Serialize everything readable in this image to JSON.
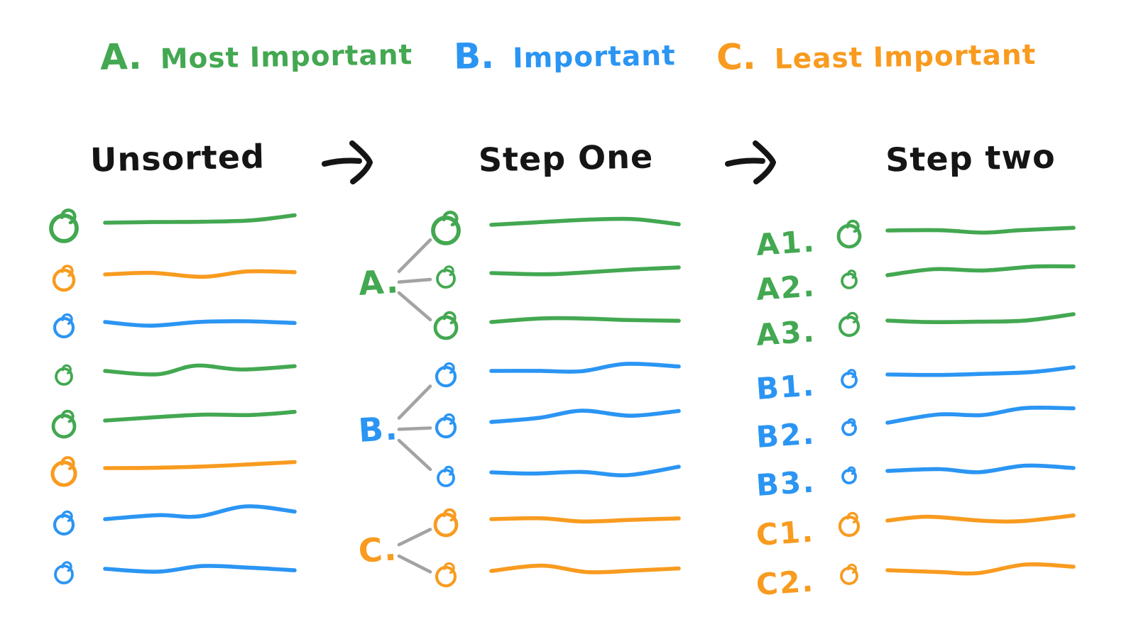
{
  "colors": {
    "green": "#43a851",
    "blue": "#2b95f3",
    "orange": "#f89b1f",
    "connector_gray": "#a3a3a3",
    "ink": "#151515",
    "background": "#ffffff"
  },
  "legend": {
    "items": [
      {
        "letter": "A.",
        "label": "Most Important",
        "color": "green"
      },
      {
        "letter": "B.",
        "label": "Important",
        "color": "blue"
      },
      {
        "letter": "C.",
        "label": "Least Important",
        "color": "orange"
      }
    ]
  },
  "headers": {
    "col1": "Unsorted",
    "col2": "Step One",
    "col3": "Step two"
  },
  "diagram": {
    "unsorted": {
      "items": [
        {
          "color": "green"
        },
        {
          "color": "orange"
        },
        {
          "color": "blue"
        },
        {
          "color": "green"
        },
        {
          "color": "green"
        },
        {
          "color": "orange"
        },
        {
          "color": "blue"
        },
        {
          "color": "blue"
        }
      ]
    },
    "step_one": {
      "groups": [
        {
          "label": "A.",
          "color": "green",
          "item_count": 3
        },
        {
          "label": "B.",
          "color": "blue",
          "item_count": 3
        },
        {
          "label": "C.",
          "color": "orange",
          "item_count": 2
        }
      ]
    },
    "step_two": {
      "items": [
        {
          "label": "A1.",
          "color": "green"
        },
        {
          "label": "A2.",
          "color": "green"
        },
        {
          "label": "A3.",
          "color": "green"
        },
        {
          "label": "B1.",
          "color": "blue"
        },
        {
          "label": "B2.",
          "color": "blue"
        },
        {
          "label": "B3.",
          "color": "blue"
        },
        {
          "label": "C1.",
          "color": "orange"
        },
        {
          "label": "C2.",
          "color": "orange"
        }
      ]
    }
  }
}
